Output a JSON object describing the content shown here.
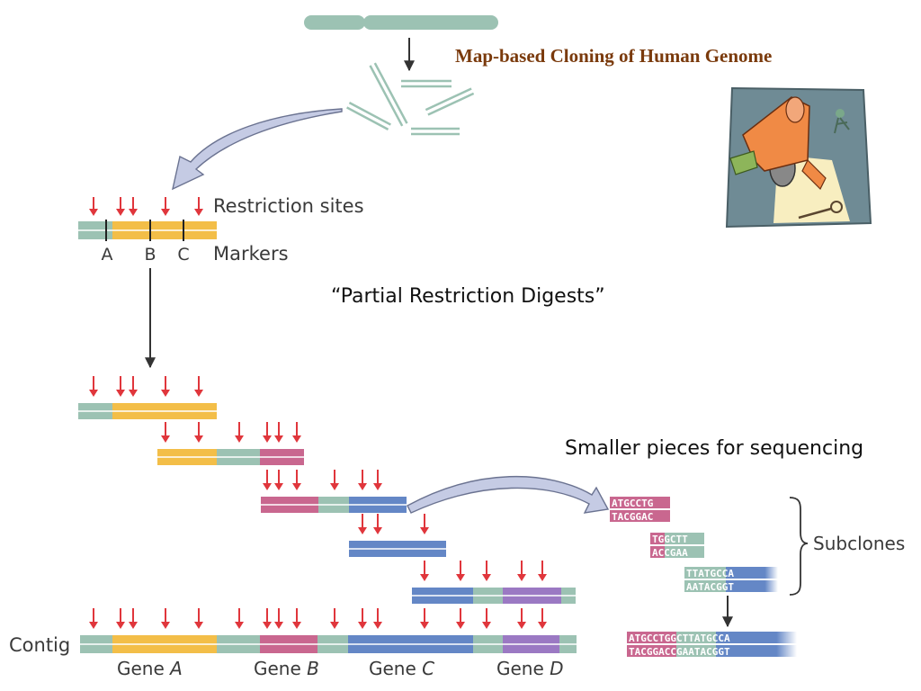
{
  "title": "Map-based Cloning of Human Genome",
  "partial_digests": "“Partial Restriction Digests”",
  "smaller_pieces": "Smaller pieces for sequencing",
  "restriction_sites": "Restriction sites",
  "markers_label": "Markers",
  "markers": [
    "A",
    "B",
    "C"
  ],
  "subclones": "Subclones",
  "contig": "Contig",
  "genes": [
    {
      "prefix": "Gene ",
      "letter": "A"
    },
    {
      "prefix": "Gene ",
      "letter": "B"
    },
    {
      "prefix": "Gene ",
      "letter": "C"
    },
    {
      "prefix": "Gene ",
      "letter": "D"
    }
  ],
  "sequences": {
    "clone1": {
      "top": "ATGCCTG",
      "bottom": "TACGGAC"
    },
    "clone2": {
      "top": "TGGCTT",
      "bottom": "ACCGAA"
    },
    "clone3": {
      "top": "TTATGCCA",
      "bottom": "AATACGGT"
    },
    "assembled": {
      "top": "ATGCCTGGCTTATGCCA",
      "bottom": "TACGGACCGAATACGGT"
    }
  },
  "colors": {
    "teal": "#9cc2b3",
    "yellow": "#f3be48",
    "magenta": "#c9678f",
    "blue": "#6487c6",
    "purple": "#9b79c3",
    "arrow_red": "#e0363c",
    "curve_fill": "#c5cbe4",
    "title_brown": "#7a3a0c"
  }
}
